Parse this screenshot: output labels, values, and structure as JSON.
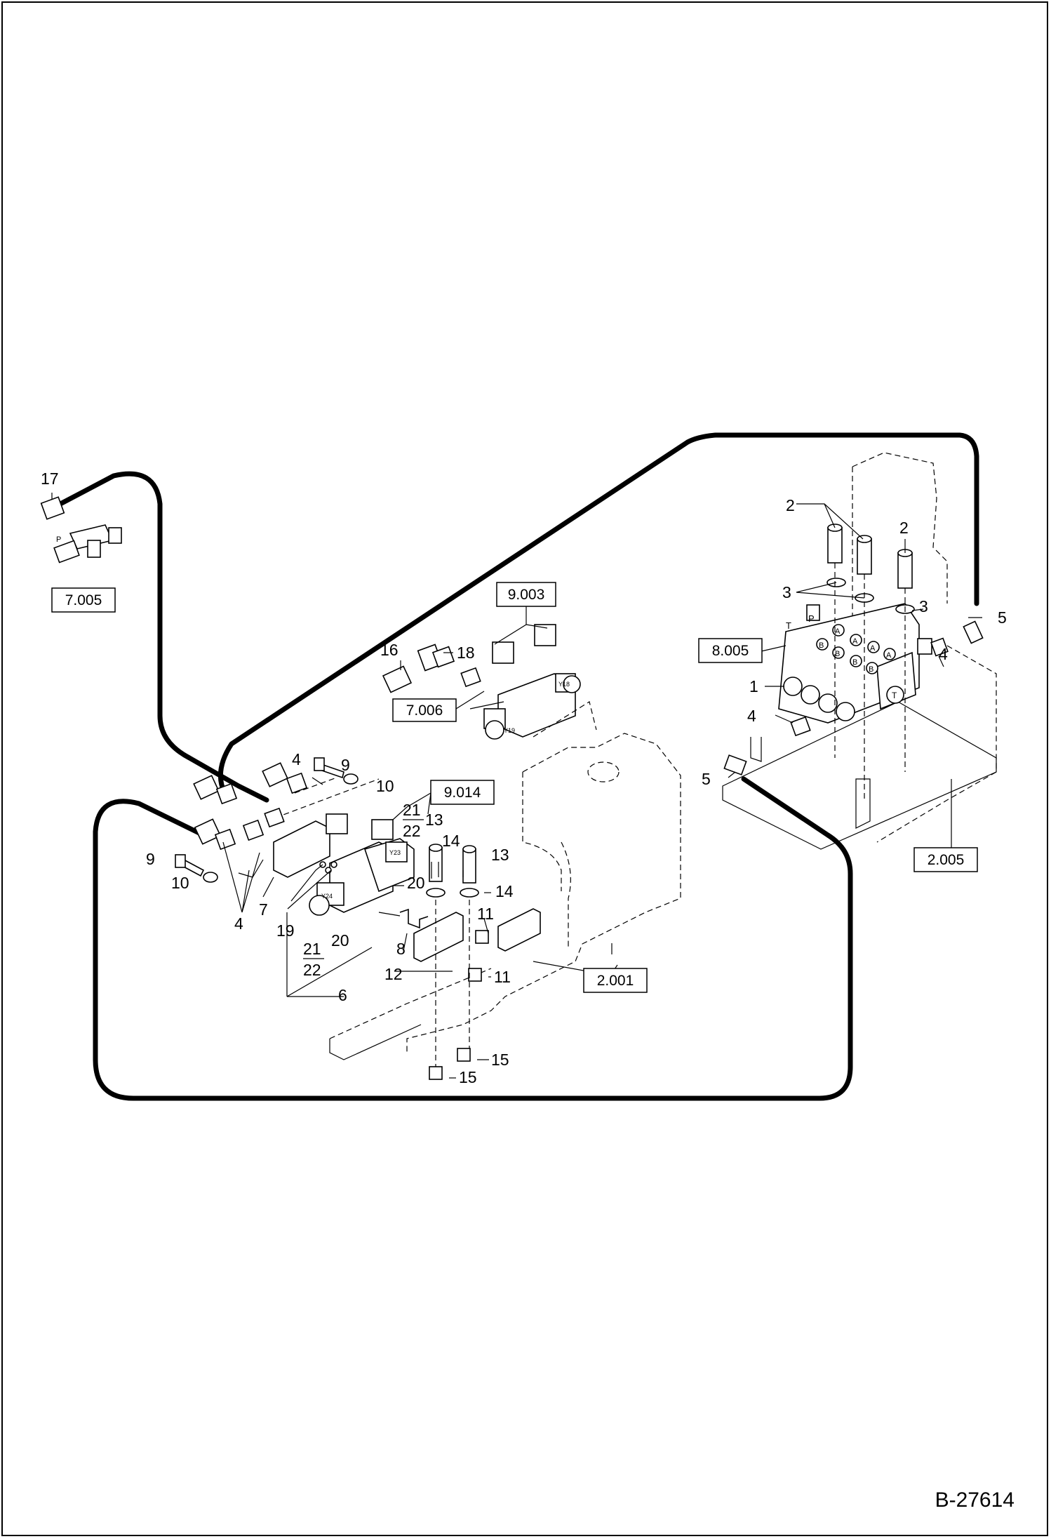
{
  "drawing_number": "B-27614",
  "reference_boxes": {
    "r7005": "7.005",
    "r9003": "9.003",
    "r7006": "7.006",
    "r9014": "9.014",
    "r8005": "8.005",
    "r2005": "2.005",
    "r2001": "2.001"
  },
  "callouts": {
    "n17": "17",
    "n16": "16",
    "n18": "18",
    "n2a": "2",
    "n2b": "2",
    "n3a": "3",
    "n3b": "3",
    "n5a": "5",
    "n5b": "5",
    "n1": "1",
    "n4a": "4",
    "n4b": "4",
    "n4c": "4",
    "n4d": "4",
    "n9a": "9",
    "n9b": "9",
    "n10a": "10",
    "n10b": "10",
    "n21a": "21",
    "n22a": "22",
    "n21b": "21",
    "n22b": "22",
    "n13a": "13",
    "n13b": "13",
    "n14a": "14",
    "n14b": "14",
    "n20a": "20",
    "n20b": "20",
    "n7": "7",
    "n19": "19",
    "n8": "8",
    "n11a": "11",
    "n11b": "11",
    "n12": "12",
    "n6": "6",
    "n15a": "15",
    "n15b": "15"
  },
  "port_marks": {
    "t": "T",
    "p": "P",
    "a1": "A",
    "a2": "A",
    "a3": "A",
    "a4": "A",
    "b1": "B",
    "b2": "B",
    "b3": "B",
    "b4": "B",
    "t2": "T",
    "p2": "P",
    "y18": "Y18",
    "y19": "Y19",
    "y23": "Y23",
    "y24": "Y24"
  }
}
